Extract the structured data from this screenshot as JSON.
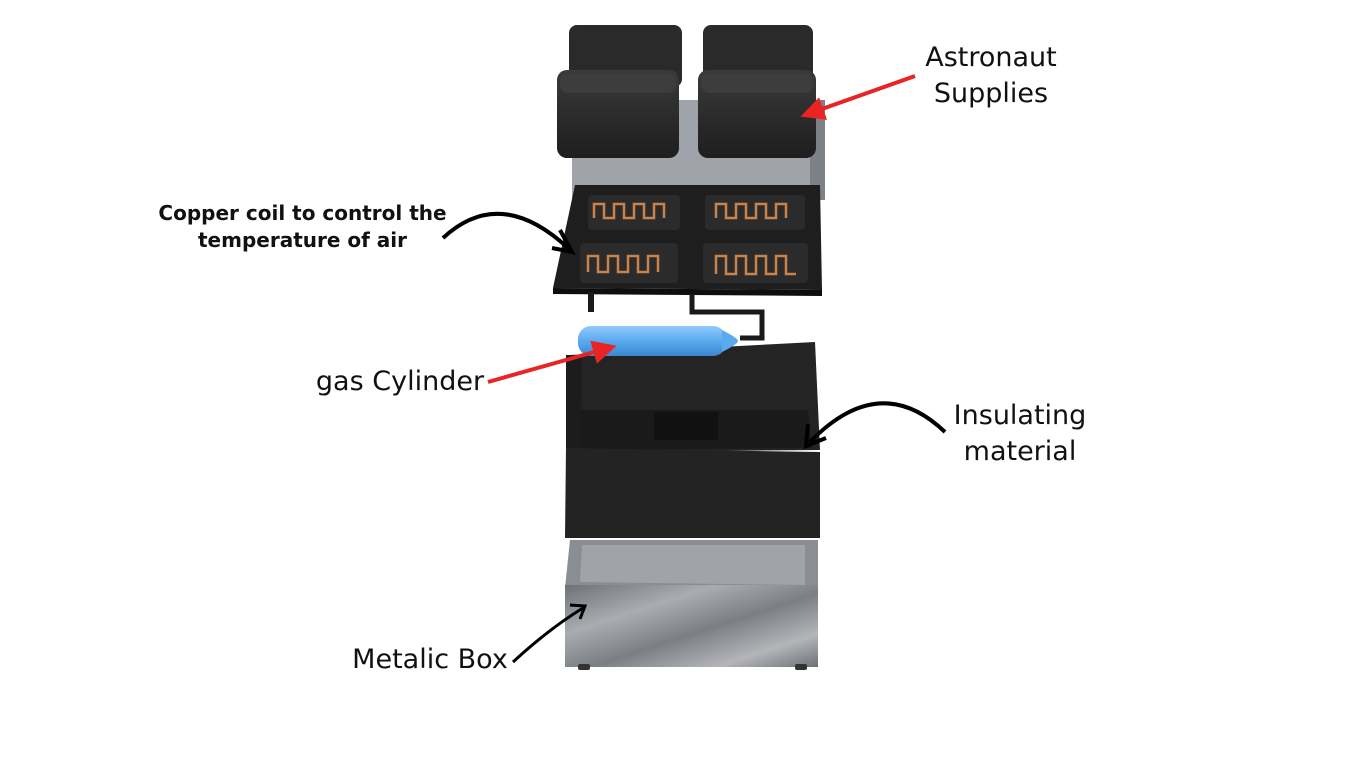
{
  "labels": {
    "astronaut_line1": "Astronaut",
    "astronaut_line2": "Supplies",
    "copper_line1": "Copper coil to control the",
    "copper_line2": "temperature of air",
    "gas": "gas Cylinder",
    "insulating_line1": "Insulating",
    "insulating_line2": "material",
    "metal": "Metalic Box"
  },
  "colors": {
    "red_arrow": "#e82424",
    "black_arrow": "#000000",
    "supply_box": "#2e2e2e",
    "tray": "#1f1f1f",
    "copper": "#c8834a",
    "cylinder": "#5aaaf0",
    "insulation": "#232323",
    "metal": "#8a8d92"
  }
}
